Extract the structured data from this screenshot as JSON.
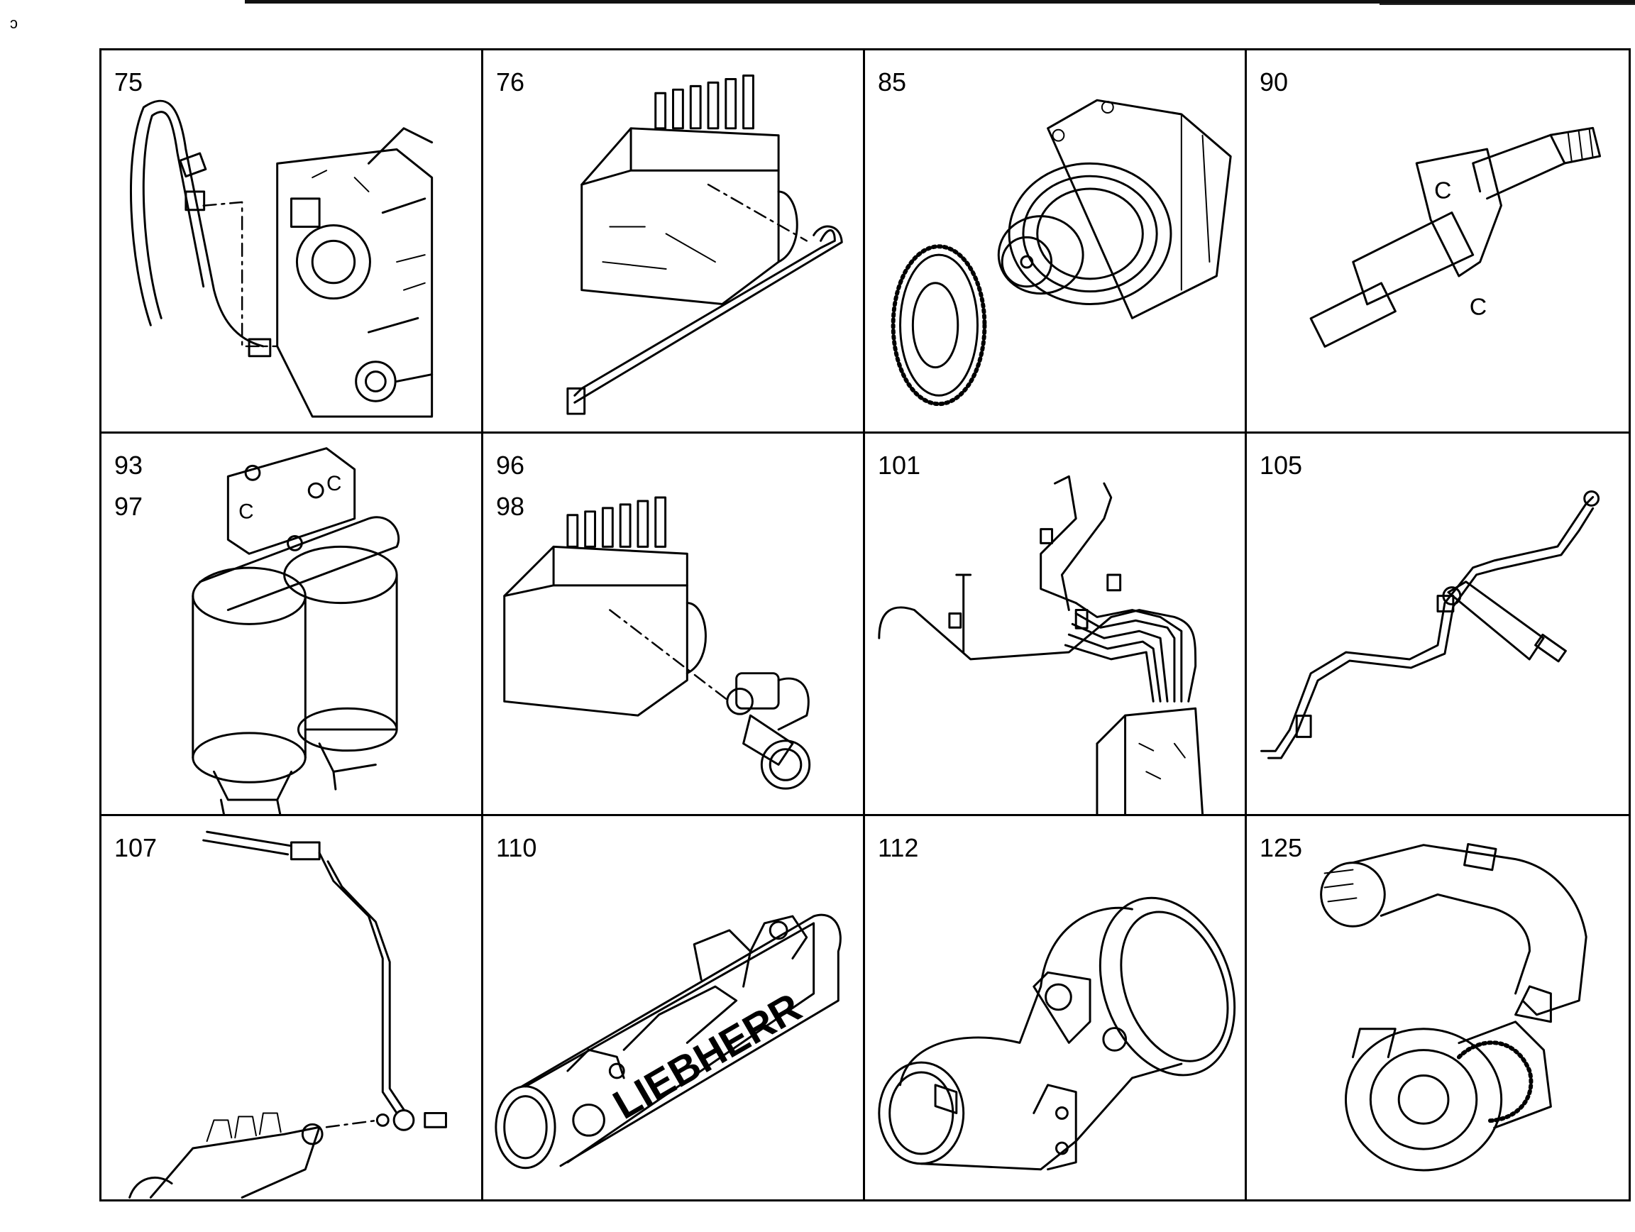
{
  "panels": [
    {
      "numbers": [
        "75"
      ],
      "icon": "pump-oil-line-icon"
    },
    {
      "numbers": [
        "76"
      ],
      "icon": "injection-pump-line-icon"
    },
    {
      "numbers": [
        "85"
      ],
      "icon": "pump-drive-gear-icon"
    },
    {
      "numbers": [
        "90"
      ],
      "icon": "injector-nozzle-icon"
    },
    {
      "numbers": [
        "93",
        "97"
      ],
      "icon": "fuel-filter-icon"
    },
    {
      "numbers": [
        "96",
        "98"
      ],
      "icon": "pump-overflow-valve-icon"
    },
    {
      "numbers": [
        "101"
      ],
      "icon": "injection-lines-icon"
    },
    {
      "numbers": [
        "105"
      ],
      "icon": "leak-fuel-line-icon"
    },
    {
      "numbers": [
        "107"
      ],
      "icon": "fuel-return-line-icon"
    },
    {
      "numbers": [
        "110"
      ],
      "icon": "intake-manifold-icon"
    },
    {
      "numbers": [
        "112"
      ],
      "icon": "intake-elbow-icon"
    },
    {
      "numbers": [
        "125"
      ],
      "icon": "turbocharger-hose-icon"
    }
  ],
  "manifold_text": "LIEBHERR"
}
